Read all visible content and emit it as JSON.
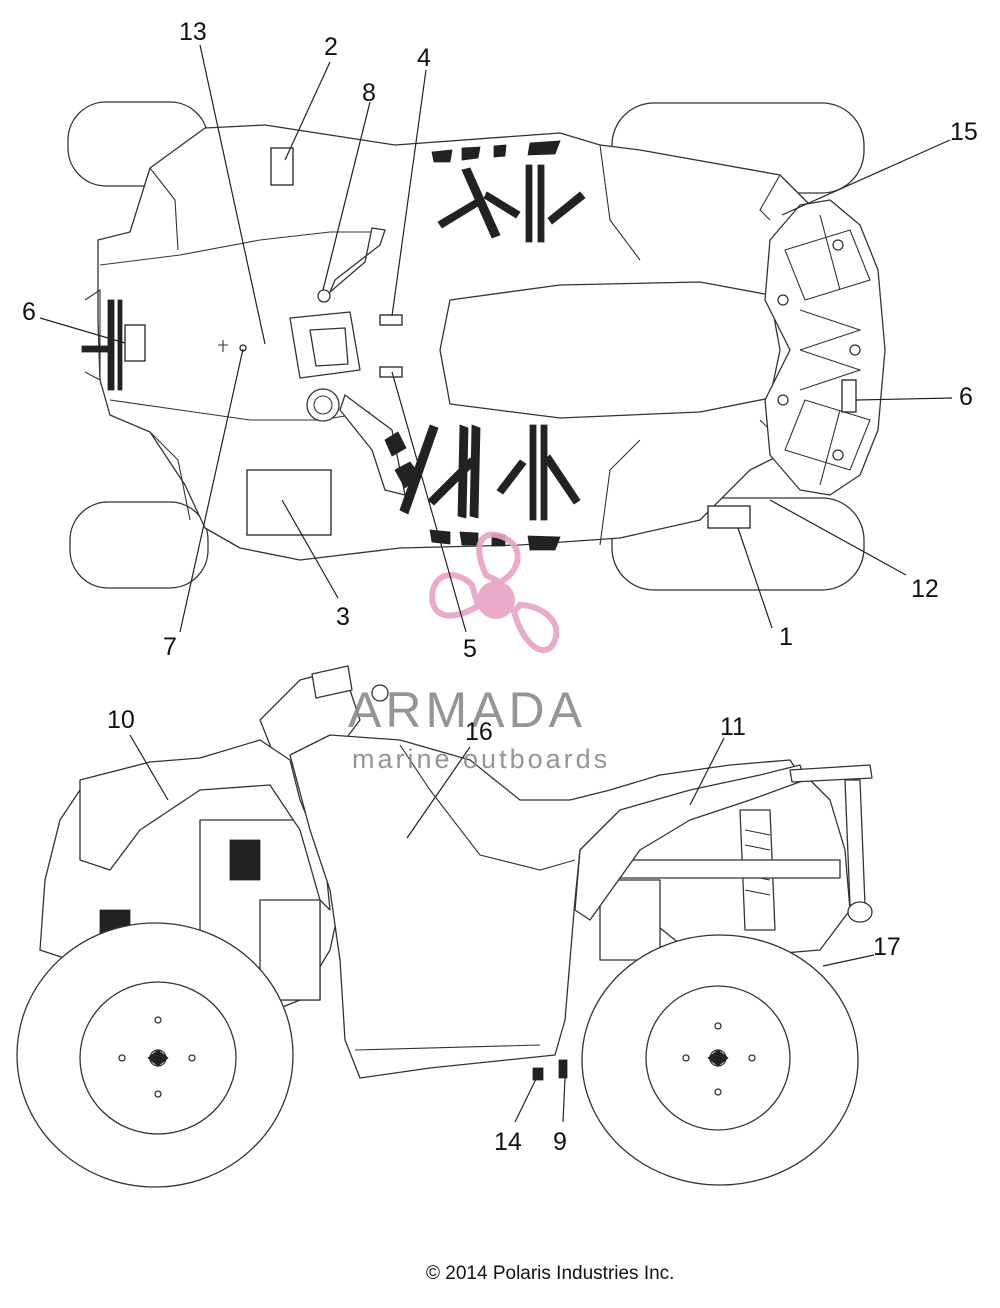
{
  "callouts": [
    {
      "label": "1"
    },
    {
      "label": "2"
    },
    {
      "label": "3"
    },
    {
      "label": "4"
    },
    {
      "label": "5"
    },
    {
      "label": "6"
    },
    {
      "label": "6"
    },
    {
      "label": "7"
    },
    {
      "label": "8"
    },
    {
      "label": "9"
    },
    {
      "label": "10"
    },
    {
      "label": "11"
    },
    {
      "label": "12"
    },
    {
      "label": "13"
    },
    {
      "label": "14"
    },
    {
      "label": "15"
    },
    {
      "label": "16"
    },
    {
      "label": "17"
    }
  ],
  "watermark": {
    "brand": "ARMADA",
    "tagline": "marine outboards",
    "logo_color": "#e8a3c6",
    "text_color": "#8a8a8a"
  },
  "copyright": "© 2014 Polaris Industries Inc."
}
